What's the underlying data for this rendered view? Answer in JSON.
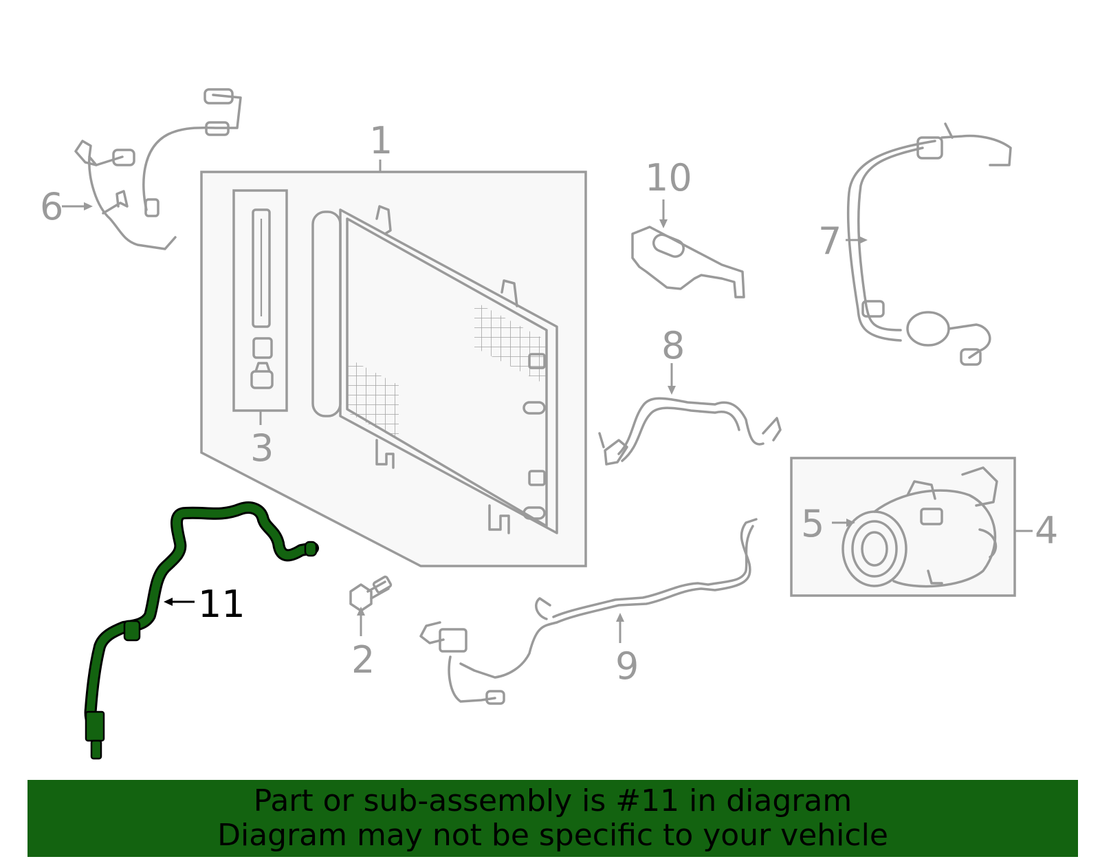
{
  "colors": {
    "line_gray": "#9a9a9a",
    "highlight_green": "#136310",
    "banner_green": "#136310",
    "text_black": "#000000"
  },
  "callouts": [
    {
      "id": "1",
      "label": "1",
      "highlighted": false
    },
    {
      "id": "2",
      "label": "2",
      "highlighted": false
    },
    {
      "id": "3",
      "label": "3",
      "highlighted": false
    },
    {
      "id": "4",
      "label": "4",
      "highlighted": false
    },
    {
      "id": "5",
      "label": "5",
      "highlighted": false
    },
    {
      "id": "6",
      "label": "6",
      "highlighted": false
    },
    {
      "id": "7",
      "label": "7",
      "highlighted": false
    },
    {
      "id": "8",
      "label": "8",
      "highlighted": false
    },
    {
      "id": "9",
      "label": "9",
      "highlighted": false
    },
    {
      "id": "10",
      "label": "10",
      "highlighted": false
    },
    {
      "id": "11",
      "label": "11",
      "highlighted": true
    }
  ],
  "banner": {
    "line1": "Part or sub-assembly is #11 in diagram",
    "line2": "Diagram may not be specific to your vehicle"
  }
}
